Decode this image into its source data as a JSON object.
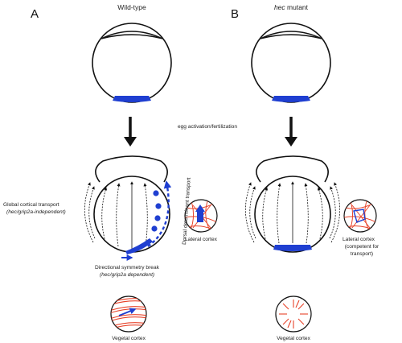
{
  "panels": {
    "a": {
      "letter": "A",
      "title": "Wild-type"
    },
    "b": {
      "letter": "B",
      "title_italic": "hec",
      "title_rest": " mutant"
    }
  },
  "transition_label": "egg activation/fertilization",
  "labels": {
    "global_line1": "Global cortical transport",
    "global_line2": "(hec/grip2a-independent)",
    "dorsal": "Dorsal determinant transport",
    "lateral_a": "Lateral cortex",
    "directional_line1": "Directional symmetry break",
    "directional_line2": "(hec/grip2a dependent)",
    "vegetal_a": "Vegetal cortex",
    "lateral_b_line1": "Lateral cortex",
    "lateral_b_line2": "(competent for",
    "lateral_b_line3": "transport)",
    "vegetal_b": "Vegetal cortex"
  },
  "colors": {
    "outline": "#111111",
    "determinant": "#1f3fd1",
    "microtubule": "#e8432a"
  }
}
